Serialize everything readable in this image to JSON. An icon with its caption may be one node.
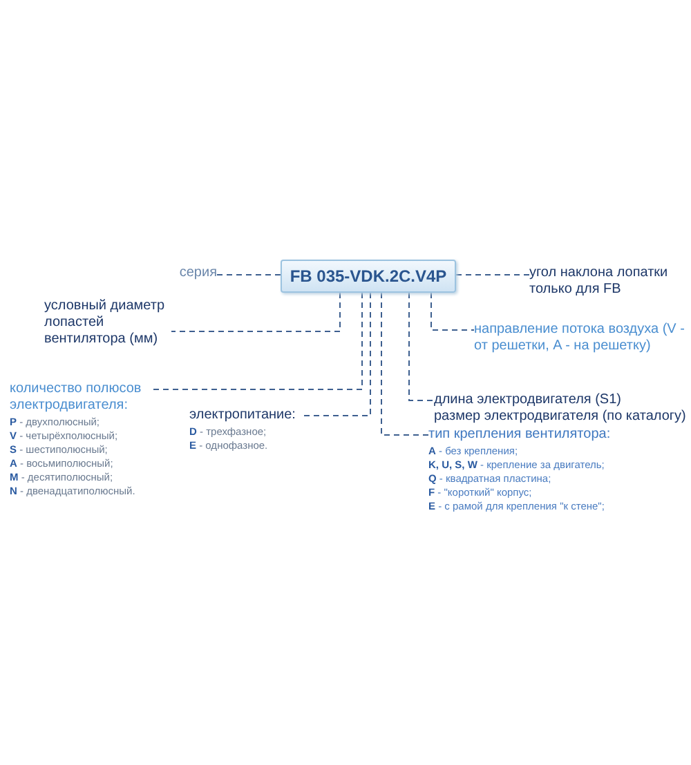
{
  "diagram": {
    "nodes": [
      {
        "text": [
          "FB 035-VDK.2C.V4P"
        ]
      },
      {
        "text": [
          "серия"
        ]
      },
      {
        "text": [
          "условный диаметр лопастей вентилятора (мм)"
        ]
      },
      {
        "text": [
          "угол наклона лопатки только для FB"
        ]
      },
      {
        "text": [
          "направление потока воздуха (V - от решетки, A - на решетку)"
        ]
      },
      {
        "text": [
          "количество полюсов электродвигателя:",
          "**P** - двухполюсный;",
          "**V** - четырёхполюсный;",
          "**S** - шестиполюсный;",
          "**A** - восьмиполюсный;",
          "**M** - десятиполюсный;",
          "**N** - двенадцатиполюсный."
        ]
      },
      {
        "text": [
          "электропитание:",
          "**D** - трехфазное;",
          "**E** - однофазное."
        ]
      },
      {
        "text": [
          "длина электродвигателя (S1)",
          "размер электродвигателя (по каталогу)"
        ]
      },
      {
        "text": [
          "тип крепления вентилятора:",
          "**A** - без крепления;",
          "**K, U, S, W** - крепление за двигатель;",
          "**Q** - квадратная пластина;",
          "**F** - \"короткий\" корпус;",
          "**E** - с рамой для крепления \"к стене\";"
        ]
      }
    ],
    "edges": [
      {
        "from": 0,
        "to": 1,
        "arrow": "none",
        "style": "dashed"
      },
      {
        "from": 0,
        "to": 2,
        "arrow": "none",
        "style": "dashed"
      },
      {
        "from": 0,
        "to": 3,
        "arrow": "none",
        "style": "dashed"
      },
      {
        "from": 0,
        "to": 4,
        "arrow": "none",
        "style": "dashed"
      },
      {
        "from": 0,
        "to": 5,
        "arrow": "none",
        "style": "dashed"
      },
      {
        "from": 0,
        "to": 6,
        "arrow": "none",
        "style": "dashed"
      },
      {
        "from": 0,
        "to": 7,
        "arrow": "none",
        "style": "dashed"
      },
      {
        "from": 0,
        "to": 8,
        "arrow": "none",
        "style": "dashed"
      }
    ]
  }
}
